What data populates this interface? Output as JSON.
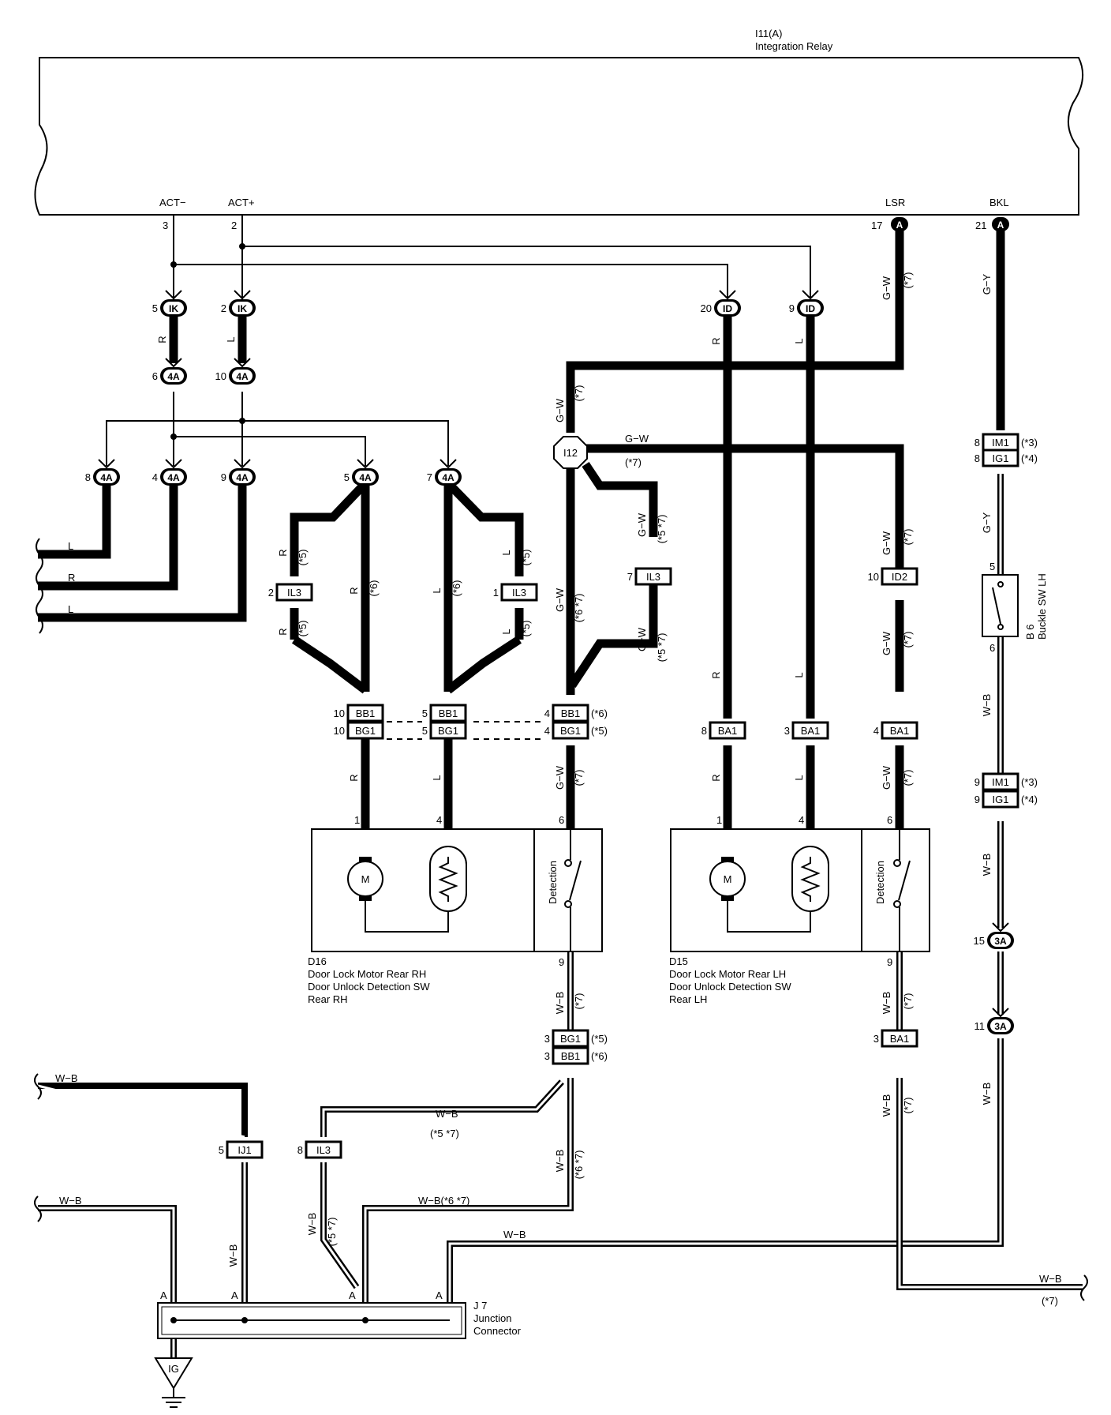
{
  "relay": {
    "id": "I11(A)",
    "name": "Integration Relay"
  },
  "relay_terms": {
    "act_minus": {
      "name": "ACT−",
      "pin": "3"
    },
    "act_plus": {
      "name": "ACT+",
      "pin": "2"
    },
    "lsr": {
      "name": "LSR",
      "pin": "17"
    },
    "bkl": {
      "name": "BKL",
      "pin": "21"
    },
    "conn_letter": "A"
  },
  "connectors": [
    {
      "key": "ik_5",
      "pin": "5",
      "code": "IK"
    },
    {
      "key": "ik_2",
      "pin": "2",
      "code": "IK"
    },
    {
      "key": "c4a_6",
      "pin": "6",
      "code": "4A"
    },
    {
      "key": "c4a_10",
      "pin": "10",
      "code": "4A"
    },
    {
      "key": "c4a_8",
      "pin": "8",
      "code": "4A"
    },
    {
      "key": "c4a_4",
      "pin": "4",
      "code": "4A"
    },
    {
      "key": "c4a_9",
      "pin": "9",
      "code": "4A"
    },
    {
      "key": "c4a_5",
      "pin": "5",
      "code": "4A"
    },
    {
      "key": "c4a_7",
      "pin": "7",
      "code": "4A"
    },
    {
      "key": "id_20",
      "pin": "20",
      "code": "ID"
    },
    {
      "key": "id_9",
      "pin": "9",
      "code": "ID"
    },
    {
      "key": "c3a_15",
      "pin": "15",
      "code": "3A"
    },
    {
      "key": "c3a_11",
      "pin": "11",
      "code": "3A"
    }
  ],
  "boxes": [
    {
      "key": "il3_2",
      "pin": "2",
      "code": "IL3"
    },
    {
      "key": "il3_1",
      "pin": "1",
      "code": "IL3"
    },
    {
      "key": "il3_7",
      "pin": "7",
      "code": "IL3"
    },
    {
      "key": "id2_10",
      "pin": "10",
      "code": "ID2"
    },
    {
      "key": "im1_8",
      "pin": "8",
      "code": "IM1",
      "note": "(*3)"
    },
    {
      "key": "ig1_8",
      "pin": "8",
      "code": "IG1",
      "note": "(*4)"
    },
    {
      "key": "bb1_10",
      "pin": "10",
      "code": "BB1"
    },
    {
      "key": "bg1_10",
      "pin": "10",
      "code": "BG1"
    },
    {
      "key": "bb1_5",
      "pin": "5",
      "code": "BB1"
    },
    {
      "key": "bg1_5",
      "pin": "5",
      "code": "BG1"
    },
    {
      "key": "bb1_4",
      "pin": "4",
      "code": "BB1",
      "note": "(*6)"
    },
    {
      "key": "bg1_4",
      "pin": "4",
      "code": "BG1",
      "note": "(*5)"
    },
    {
      "key": "ba1_8",
      "pin": "8",
      "code": "BA1"
    },
    {
      "key": "ba1_3",
      "pin": "3",
      "code": "BA1"
    },
    {
      "key": "ba1_4",
      "pin": "4",
      "code": "BA1"
    },
    {
      "key": "im1_9",
      "pin": "9",
      "code": "IM1",
      "note": "(*3)"
    },
    {
      "key": "ig1_9",
      "pin": "9",
      "code": "IG1",
      "note": "(*4)"
    },
    {
      "key": "bg1_3",
      "pin": "3",
      "code": "BG1",
      "note": "(*5)"
    },
    {
      "key": "bb1_3",
      "pin": "3",
      "code": "BB1",
      "note": "(*6)"
    },
    {
      "key": "ba1_3b",
      "pin": "3",
      "code": "BA1"
    },
    {
      "key": "ij1_5",
      "pin": "5",
      "code": "IJ1"
    },
    {
      "key": "il3_8",
      "pin": "8",
      "code": "IL3"
    }
  ],
  "junction": {
    "code": "I12"
  },
  "wire_labels": {
    "r": "R",
    "l": "L",
    "gw": "G−W",
    "gy": "G−Y",
    "wb": "W−B",
    "n5": "(*5)",
    "n6": "(*6)",
    "n7": "(*7)",
    "n57": "(*5 *7)",
    "n67": "(*6 *7)",
    "wb67": "W−B(*6 *7)",
    "n57h": "(*5 *7)"
  },
  "motor_rh": {
    "id": "D16",
    "name1": "Door Lock Motor Rear RH",
    "name2": "Door Unlock Detection SW",
    "name3": "Rear RH",
    "pin1": "1",
    "pin4": "4",
    "pin6": "6",
    "pin9": "9",
    "motor": "M",
    "detection": "Detection"
  },
  "motor_lh": {
    "id": "D15",
    "name1": "Door Lock Motor Rear LH",
    "name2": "Door Unlock Detection SW",
    "name3": "Rear LH",
    "pin1": "1",
    "pin4": "4",
    "pin6": "6",
    "pin9": "9",
    "motor": "M",
    "detection": "Detection"
  },
  "buckle": {
    "id": "B 6",
    "name": "Buckle SW LH",
    "pin5": "5",
    "pin6": "6"
  },
  "jconn": {
    "id": "J 7",
    "name1": "Junction",
    "name2": "Connector",
    "pin": "A"
  },
  "ground": {
    "code": "IG"
  }
}
